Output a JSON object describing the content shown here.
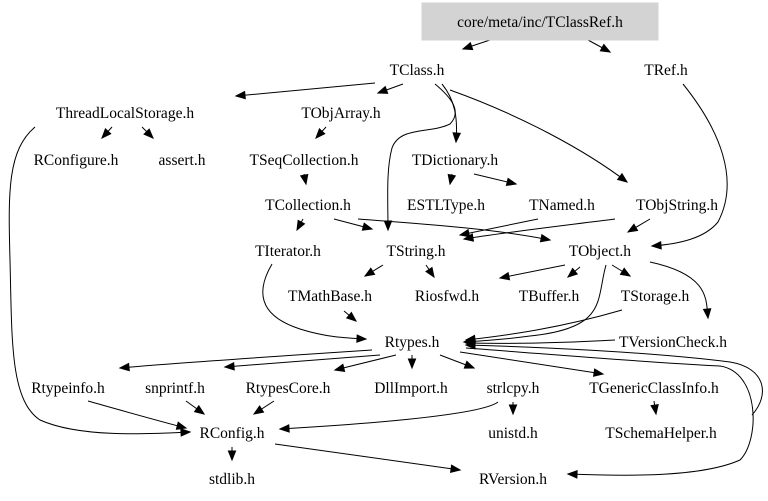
{
  "graph": {
    "root_fill": "#d3d3d3",
    "nodes": [
      {
        "id": "root",
        "label": "core/meta/inc/TClassRef.h"
      },
      {
        "id": "tclass",
        "label": "TClass.h"
      },
      {
        "id": "tref",
        "label": "TRef.h"
      },
      {
        "id": "threadlocal",
        "label": "ThreadLocalStorage.h"
      },
      {
        "id": "tobjarray",
        "label": "TObjArray.h"
      },
      {
        "id": "rconfigure",
        "label": "RConfigure.h"
      },
      {
        "id": "assert",
        "label": "assert.h"
      },
      {
        "id": "tseqcoll",
        "label": "TSeqCollection.h"
      },
      {
        "id": "tdictionary",
        "label": "TDictionary.h"
      },
      {
        "id": "tcollection",
        "label": "TCollection.h"
      },
      {
        "id": "estltype",
        "label": "ESTLType.h"
      },
      {
        "id": "tnamed",
        "label": "TNamed.h"
      },
      {
        "id": "tobjstring",
        "label": "TObjString.h"
      },
      {
        "id": "titerator",
        "label": "TIterator.h"
      },
      {
        "id": "tstring",
        "label": "TString.h"
      },
      {
        "id": "tobject",
        "label": "TObject.h"
      },
      {
        "id": "tmathbase",
        "label": "TMathBase.h"
      },
      {
        "id": "riosfwd",
        "label": "Riosfwd.h"
      },
      {
        "id": "tbuffer",
        "label": "TBuffer.h"
      },
      {
        "id": "tstorage",
        "label": "TStorage.h"
      },
      {
        "id": "rtypes",
        "label": "Rtypes.h"
      },
      {
        "id": "tversioncheck",
        "label": "TVersionCheck.h"
      },
      {
        "id": "rtypeinfo",
        "label": "Rtypeinfo.h"
      },
      {
        "id": "snprintf",
        "label": "snprintf.h"
      },
      {
        "id": "rtypescore",
        "label": "RtypesCore.h"
      },
      {
        "id": "dllimport",
        "label": "DllImport.h"
      },
      {
        "id": "strlcpy",
        "label": "strlcpy.h"
      },
      {
        "id": "tgenericclassinfo",
        "label": "TGenericClassInfo.h"
      },
      {
        "id": "rconfig",
        "label": "RConfig.h"
      },
      {
        "id": "unistd",
        "label": "unistd.h"
      },
      {
        "id": "tschemahelper",
        "label": "TSchemaHelper.h"
      },
      {
        "id": "stdlib",
        "label": "stdlib.h"
      },
      {
        "id": "rversion",
        "label": "RVersion.h"
      }
    ],
    "edges": [
      {
        "from": "root",
        "to": "tclass"
      },
      {
        "from": "root",
        "to": "tref"
      },
      {
        "from": "tclass",
        "to": "threadlocal"
      },
      {
        "from": "tclass",
        "to": "tobjarray"
      },
      {
        "from": "tclass",
        "to": "tstring"
      },
      {
        "from": "tclass",
        "to": "tdictionary"
      },
      {
        "from": "tclass",
        "to": "tobjstring"
      },
      {
        "from": "tref",
        "to": "tobject"
      },
      {
        "from": "threadlocal",
        "to": "rconfigure"
      },
      {
        "from": "threadlocal",
        "to": "assert"
      },
      {
        "from": "threadlocal",
        "to": "rconfig"
      },
      {
        "from": "tobjarray",
        "to": "tseqcollection"
      },
      {
        "from": "tseqcoll",
        "to": "tcollection"
      },
      {
        "from": "tdictionary",
        "to": "estltype"
      },
      {
        "from": "tdictionary",
        "to": "tnamed"
      },
      {
        "from": "tcollection",
        "to": "titerator"
      },
      {
        "from": "tcollection",
        "to": "tstring"
      },
      {
        "from": "tcollection",
        "to": "tobject"
      },
      {
        "from": "tnamed",
        "to": "tstring"
      },
      {
        "from": "tobjstring",
        "to": "tstring"
      },
      {
        "from": "tobjstring",
        "to": "tobject"
      },
      {
        "from": "titerator",
        "to": "rtypes"
      },
      {
        "from": "tstring",
        "to": "tmathbase"
      },
      {
        "from": "tstring",
        "to": "riosfwd"
      },
      {
        "from": "tobject",
        "to": "riosfwd"
      },
      {
        "from": "tobject",
        "to": "tbuffer"
      },
      {
        "from": "tobject",
        "to": "tstorage"
      },
      {
        "from": "tobject",
        "to": "rtypes"
      },
      {
        "from": "tobject",
        "to": "tversioncheck"
      },
      {
        "from": "tmathbase",
        "to": "rtypes"
      },
      {
        "from": "tstorage",
        "to": "rtypes"
      },
      {
        "from": "tversioncheck",
        "to": "rtypes"
      },
      {
        "from": "rtypes",
        "to": "rtypeinfo"
      },
      {
        "from": "rtypes",
        "to": "snprintf"
      },
      {
        "from": "rtypes",
        "to": "rtypescore"
      },
      {
        "from": "rtypes",
        "to": "dllimport"
      },
      {
        "from": "rtypes",
        "to": "strlcpy"
      },
      {
        "from": "rtypes",
        "to": "tgenericclassinfo"
      },
      {
        "from": "rtypes",
        "to": "rversion"
      },
      {
        "from": "rtypeinfo",
        "to": "rconfig"
      },
      {
        "from": "snprintf",
        "to": "rconfig"
      },
      {
        "from": "rtypescore",
        "to": "rconfig"
      },
      {
        "from": "strlcpy",
        "to": "rconfig"
      },
      {
        "from": "strlcpy",
        "to": "unistd"
      },
      {
        "from": "tgenericclassinfo",
        "to": "tschemahelper"
      },
      {
        "from": "tschemahelper",
        "to": "rtypes"
      },
      {
        "from": "rconfig",
        "to": "stdlib"
      },
      {
        "from": "rconfig",
        "to": "rversion"
      }
    ]
  }
}
